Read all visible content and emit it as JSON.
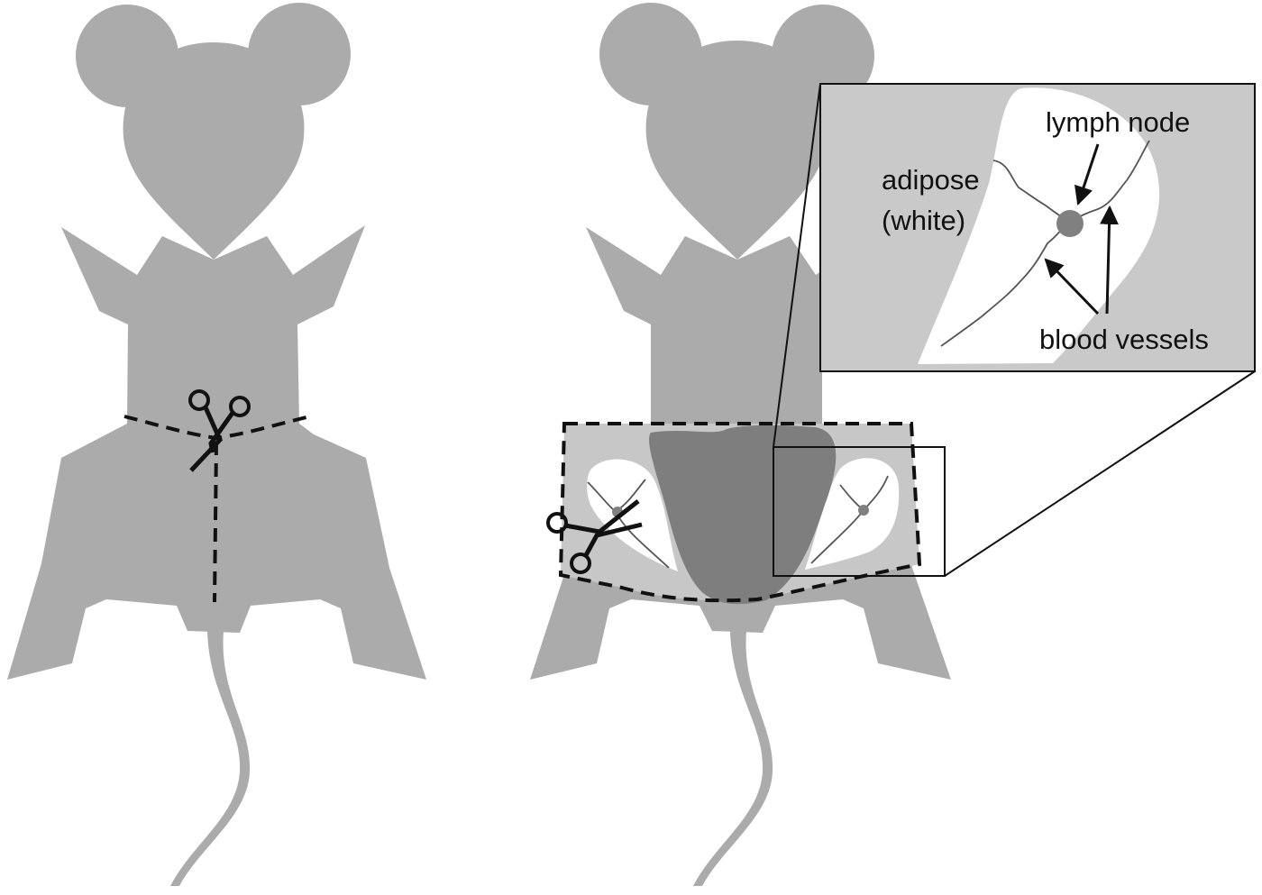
{
  "colors": {
    "background": "#ffffff",
    "mouse_body": "#ababab",
    "abdomen_flap": "#c7c7c7",
    "bladder": "#7e7e7e",
    "adipose": "#ffffff",
    "lymph_node": "#808080",
    "vessel": "#555555",
    "inset_background": "#c9c9c9",
    "cut_line": "#111111"
  },
  "icons": {
    "left_scissors": "scissors-icon",
    "right_scissors": "scissors-icon"
  },
  "inset": {
    "labels": {
      "lymph_node": "lymph node",
      "adipose_line1": "adipose",
      "adipose_line2": "(white)",
      "blood_vessels": "blood vessels"
    }
  }
}
